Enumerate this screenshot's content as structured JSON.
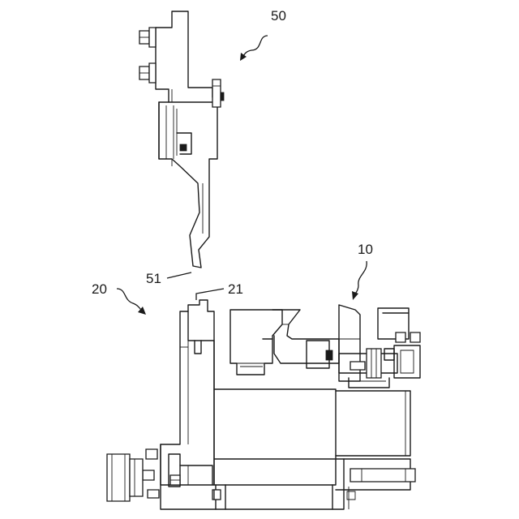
{
  "labels": {
    "ref_50": "50",
    "ref_51": "51",
    "ref_20": "20",
    "ref_21": "21",
    "ref_10": "10"
  }
}
